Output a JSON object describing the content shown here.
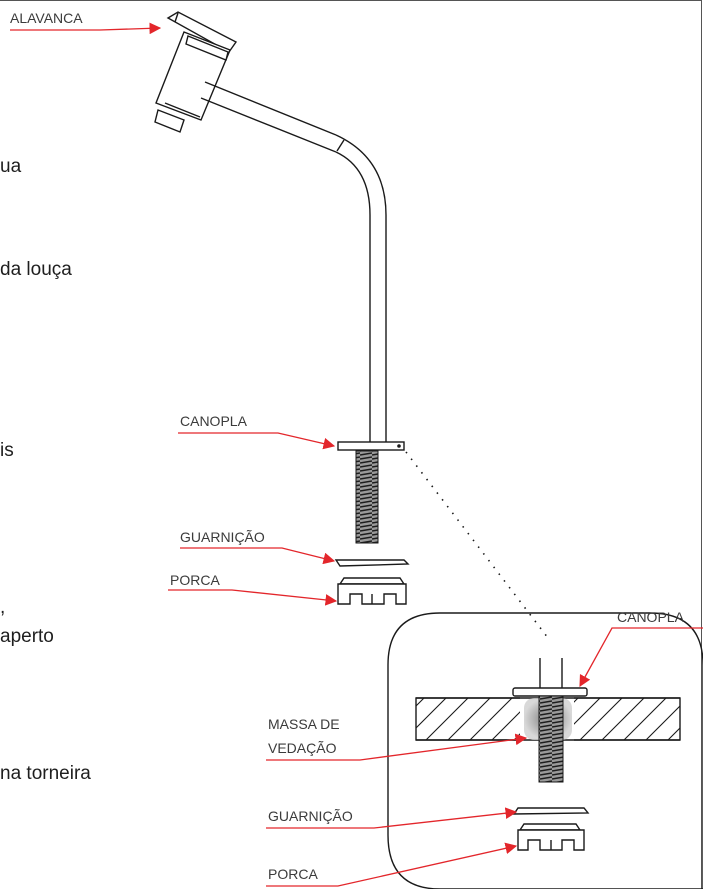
{
  "body_text": {
    "line_1": "ua",
    "line_2": "da louça",
    "line_3": "is",
    "line_4": ",",
    "line_5": "aperto",
    "line_6": "na torneira"
  },
  "labels": {
    "alavanca": "ALAVANCA",
    "canopla_main": "CANOPLA",
    "guarnicao_main": "GUARNIÇÃO",
    "porca_main": "PORCA",
    "canopla_detail": "CANOPLA",
    "massa_line1": "MASSA DE",
    "massa_line2": "VEDAÇÃO",
    "guarnicao_detail": "GUARNIÇÃO",
    "porca_detail": "PORCA"
  },
  "colors": {
    "leader_red": "#e3262b",
    "outline": "#1a1a1a",
    "thread_dark": "#2a2a2a"
  }
}
